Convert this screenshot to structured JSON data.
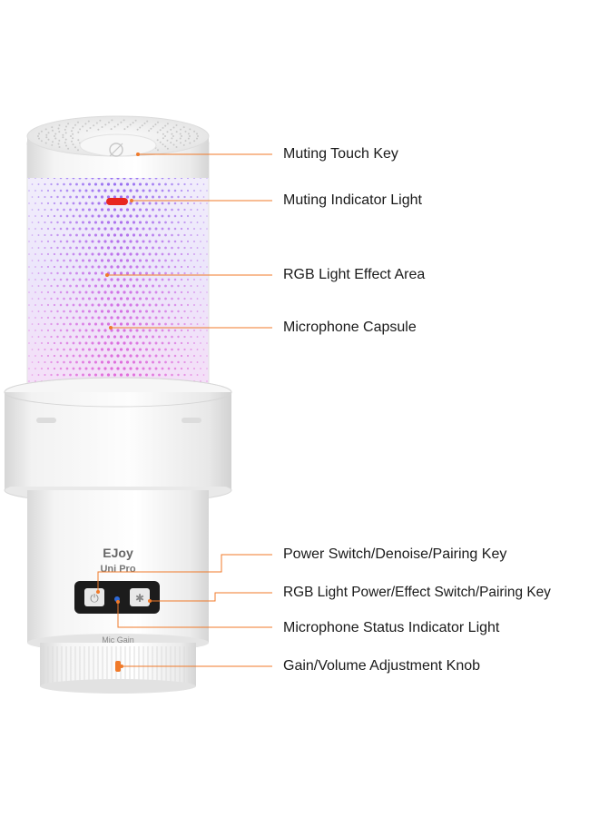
{
  "device": {
    "brand": "EJoy",
    "model": "Uni Pro",
    "knob_label": "Mic Gain",
    "accent_color": "#f07a2a",
    "mute_light_color": "#e8261f",
    "rgb_colors": [
      "#8d6bf2",
      "#d070e6",
      "#ea63d2"
    ],
    "status_light_color": "#2f6ad8"
  },
  "callouts": [
    {
      "id": "muting-touch-key",
      "label": "Muting Touch Key"
    },
    {
      "id": "muting-indicator-light",
      "label": "Muting Indicator Light"
    },
    {
      "id": "rgb-light-effect-area",
      "label": "RGB Light Effect Area"
    },
    {
      "id": "microphone-capsule",
      "label": "Microphone Capsule"
    },
    {
      "id": "power-switch-key",
      "label": "Power Switch/Denoise/Pairing Key"
    },
    {
      "id": "rgb-power-effect-key",
      "label": "RGB Light Power/Effect Switch/Pairing Key"
    },
    {
      "id": "mic-status-light",
      "label": "Microphone Status Indicator Light"
    },
    {
      "id": "gain-volume-knob",
      "label": "Gain/Volume Adjustment Knob"
    }
  ]
}
